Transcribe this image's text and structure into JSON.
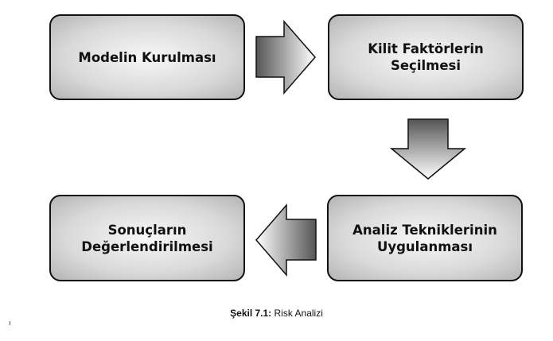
{
  "steps": {
    "s1": "Modelin Kurulması",
    "s2_line1": "Kilit Faktörlerin",
    "s2_line2": "Seçilmesi",
    "s3_line1": "Analiz Tekniklerinin",
    "s3_line2": "Uygulanması",
    "s4_line1": "Sonuçların",
    "s4_line2": "Değerlendirilmesi"
  },
  "caption": {
    "label": "Şekil 7.1:",
    "text": " Risk Analizi"
  }
}
